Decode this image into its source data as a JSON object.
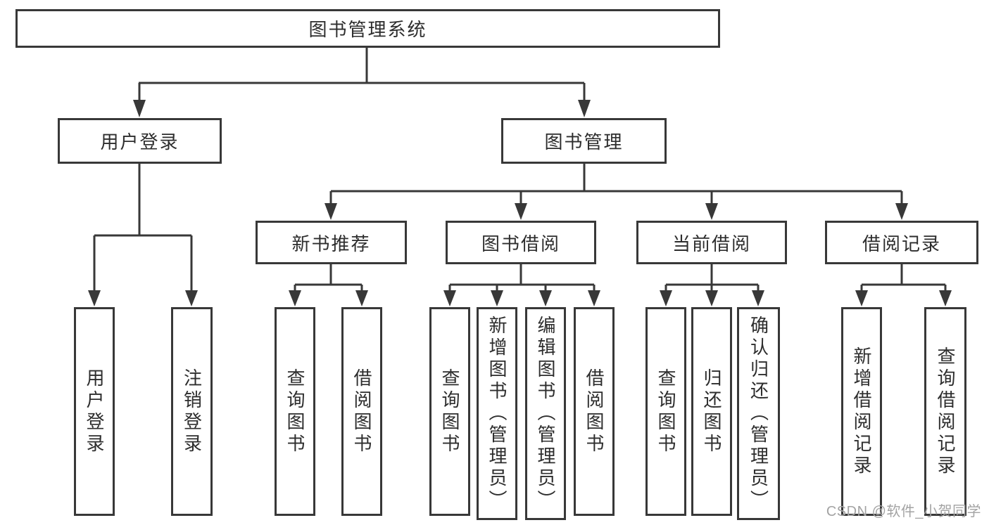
{
  "tree": {
    "root": "图书管理系统",
    "branches": [
      {
        "label": "用户登录",
        "leaves": [
          "用户登录",
          "注销登录"
        ]
      },
      {
        "label": "图书管理",
        "groups": [
          {
            "label": "新书推荐",
            "leaves": [
              "查询图书",
              "借阅图书"
            ]
          },
          {
            "label": "图书借阅",
            "leaves": [
              "查询图书",
              "新增图书（管理员）",
              "编辑图书（管理员）",
              "借阅图书"
            ]
          },
          {
            "label": "当前借阅",
            "leaves": [
              "查询图书",
              "归还图书",
              "确认归还（管理员）"
            ]
          },
          {
            "label": "借阅记录",
            "leaves": [
              "新增借阅记录",
              "查询借阅记录"
            ]
          }
        ]
      }
    ]
  },
  "watermark": "CSDN @软件_小贺同学",
  "colors": {
    "line": "#383838",
    "box_border": "#383838",
    "text": "#2d2d2d",
    "watermark": "#a3a3a3",
    "background": "#ffffff"
  }
}
